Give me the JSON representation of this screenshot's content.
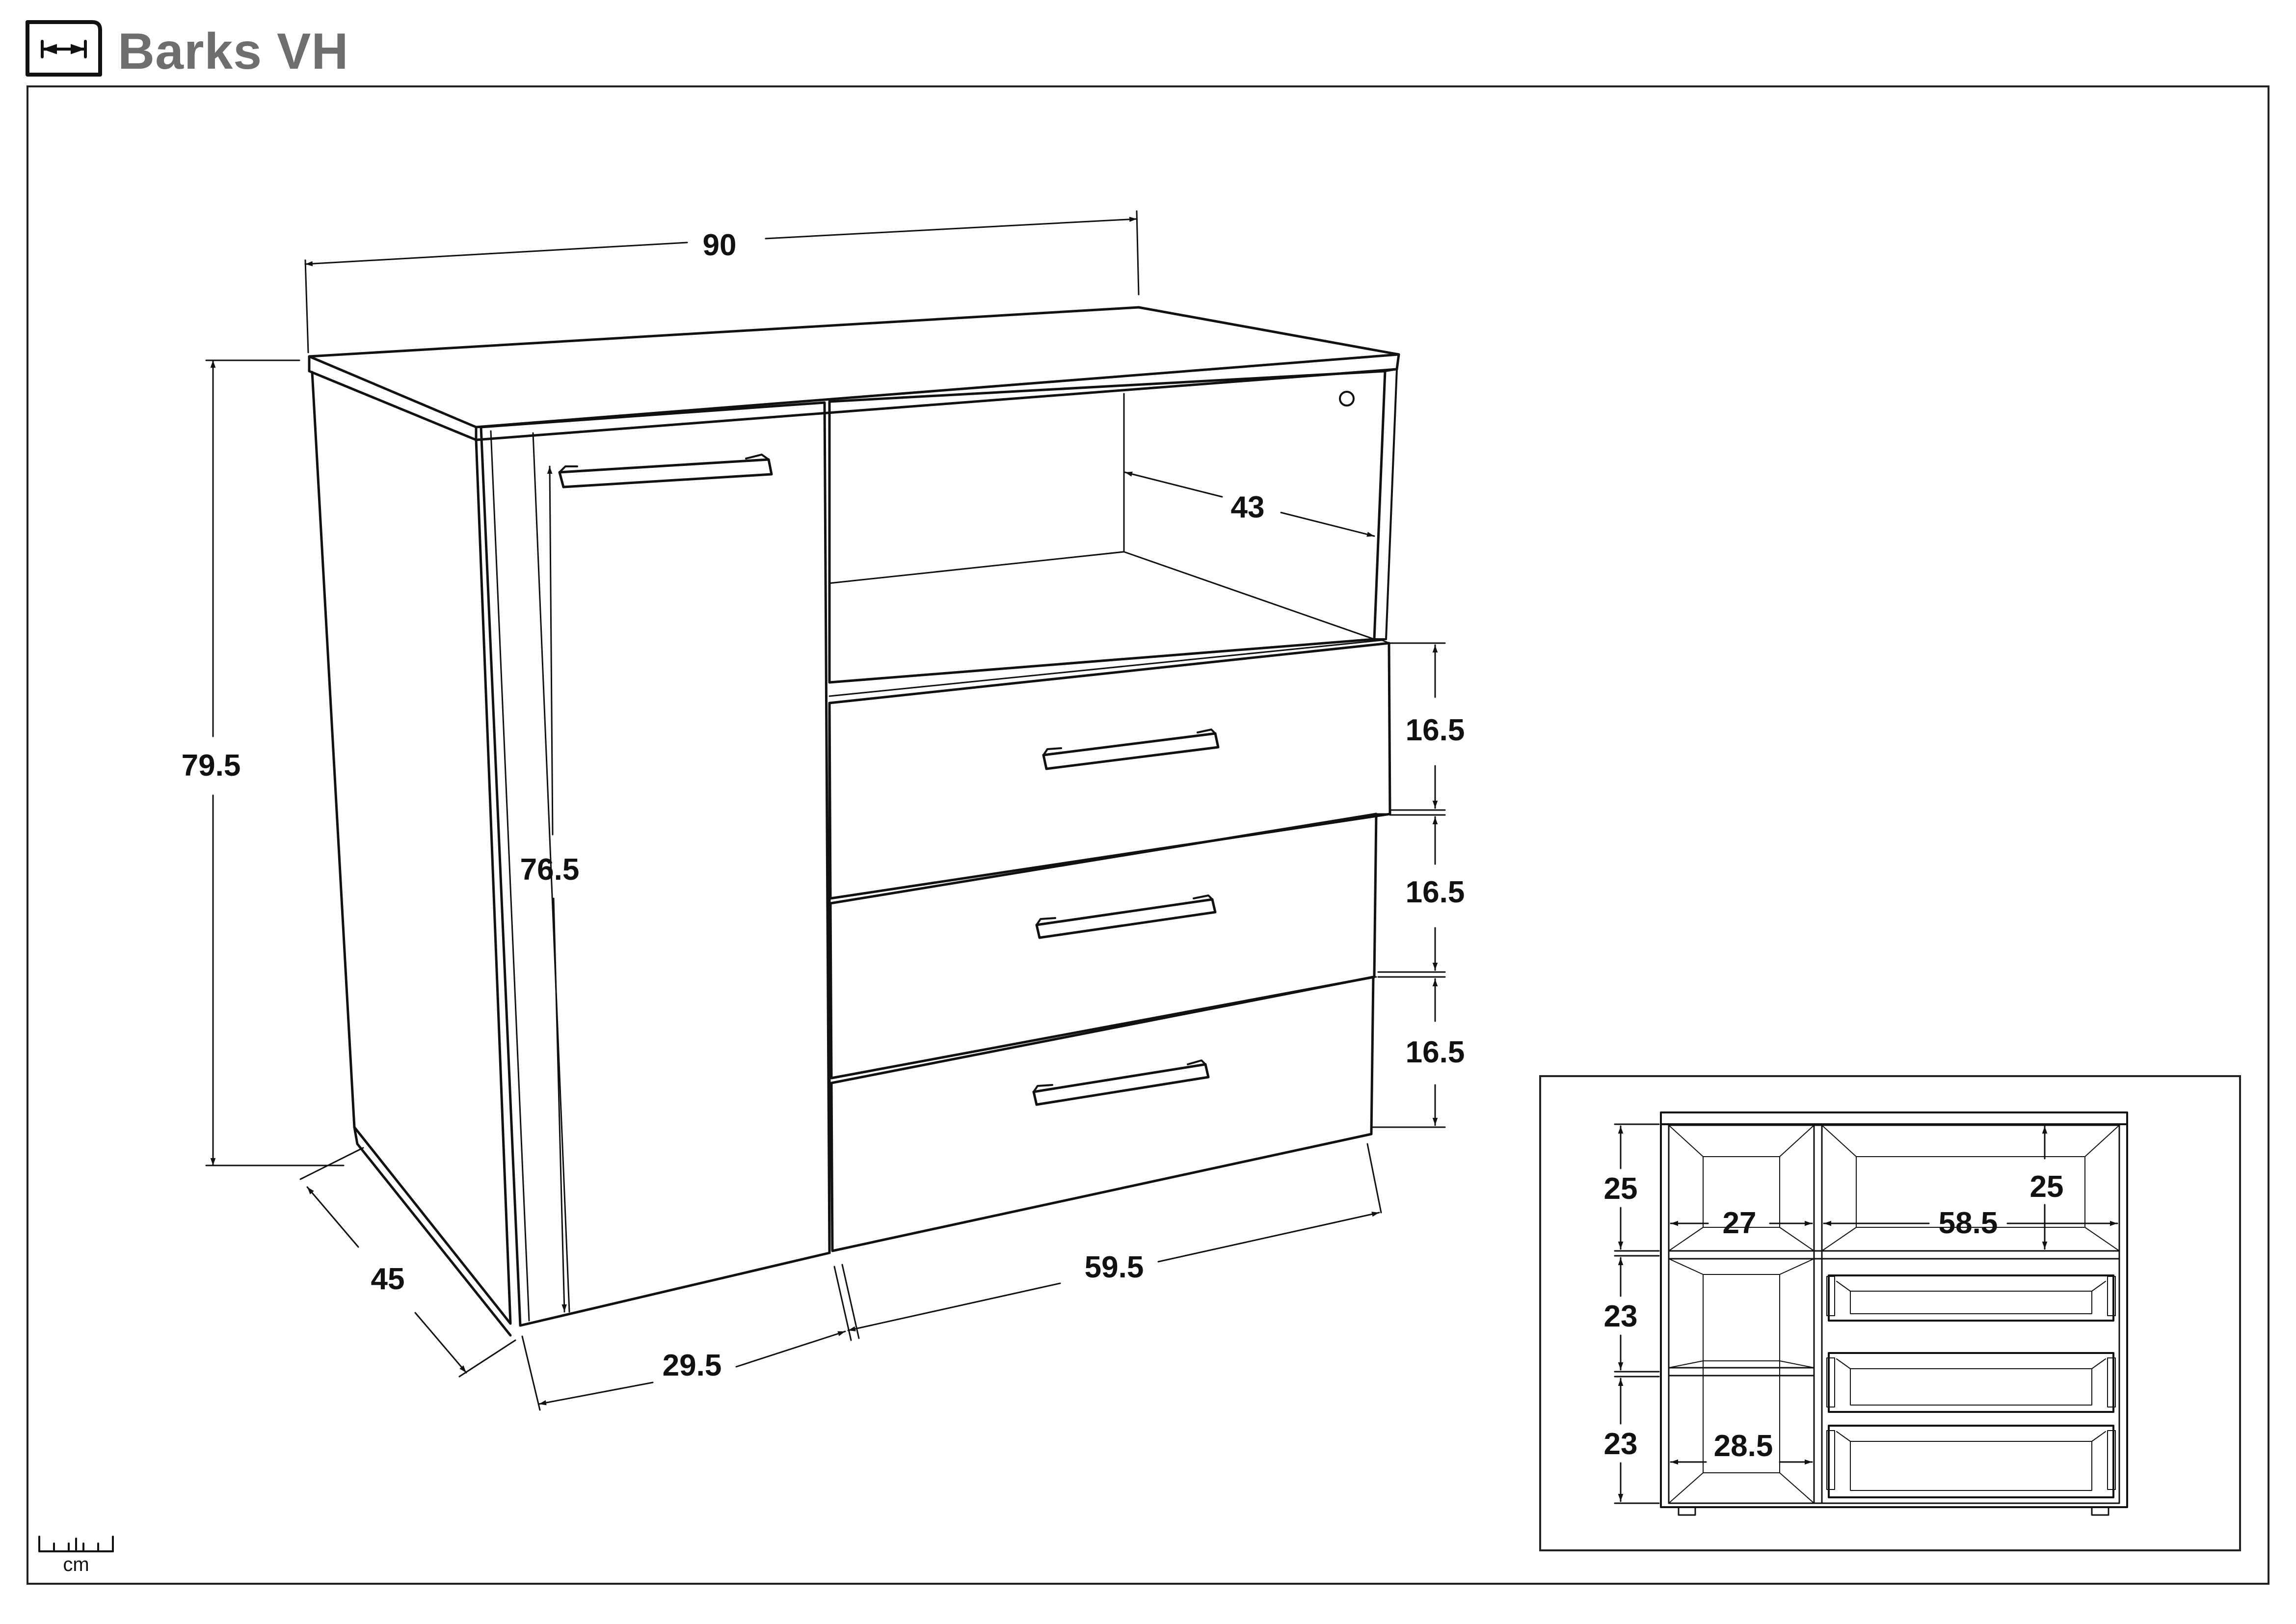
{
  "header": {
    "title": "Barks VH",
    "icon": "width-measure-icon"
  },
  "scale": {
    "unit_label": "cm",
    "icon": "ruler-icon"
  },
  "main_view": {
    "total_width": "90",
    "total_height": "79.5",
    "depth": "45",
    "door_height": "76.5",
    "shelf_depth": "43",
    "drawer_heights": [
      "16.5",
      "16.5",
      "16.5"
    ],
    "door_width": "29.5",
    "drawer_section_width": "59.5"
  },
  "inset_view": {
    "upper_left_height": "25",
    "upper_right_height": "25",
    "left_width": "27",
    "right_width": "58.5",
    "middle_height": "23",
    "lower_height": "23",
    "lower_left_width": "28.5"
  }
}
